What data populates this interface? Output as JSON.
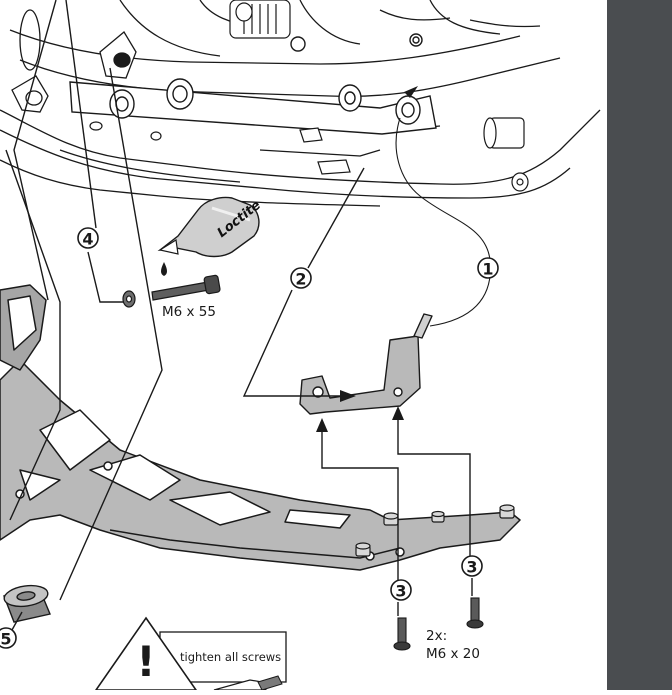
{
  "callouts": {
    "step_1": "1",
    "step_2": "2",
    "step_3a": "3",
    "step_3b": "3",
    "step_4": "4",
    "step_5": "5"
  },
  "labels": {
    "bolt_long": "M6 x 55",
    "bolt_short_qty": "2x:",
    "bolt_short": "M6 x 20",
    "threadlocker_brand": "Loctite"
  },
  "warning": {
    "symbol": "!",
    "text": "tighten all screws"
  },
  "colors": {
    "line": "#1a1a1a",
    "part_fill": "#b9b9b9",
    "panel": "#4a4d50"
  }
}
